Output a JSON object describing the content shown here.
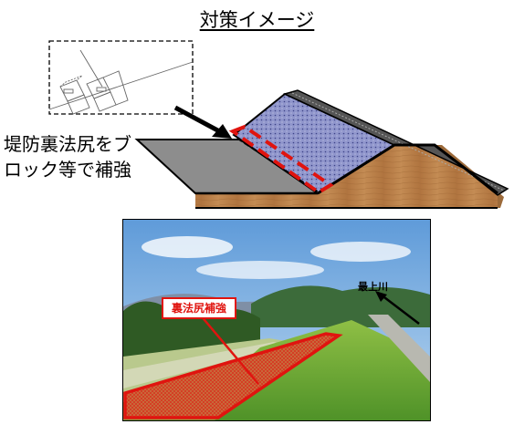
{
  "title": "対策イメージ",
  "annotation": {
    "line1": "堤防裏法尻をブ",
    "line2": "ロック等で補強"
  },
  "photo": {
    "label_reinforcement": "裏法尻補強",
    "label_river": "最上川"
  },
  "colors": {
    "highlight_red": "#e0140f",
    "embankment_soil": "#b57a45",
    "slope_blocks": "#8f93c9",
    "ground_gray": "#8c8c8c"
  }
}
